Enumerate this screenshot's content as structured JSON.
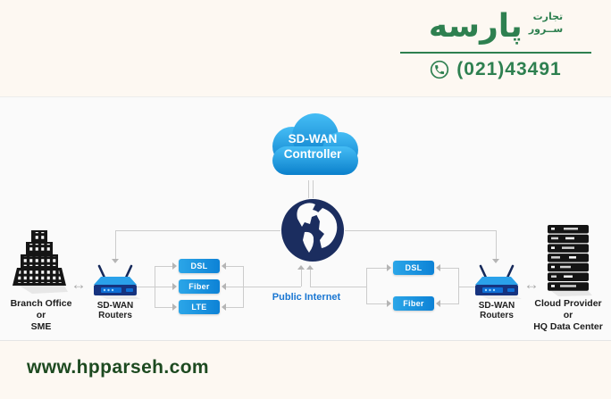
{
  "header": {
    "brand_name": "پارسه",
    "tagline_line1": "تجارت",
    "tagline_line2": "ســرور",
    "phone": "(021)43491"
  },
  "diagram": {
    "cloud": {
      "line1": "SD-WAN",
      "line2": "Controller"
    },
    "internet_label": "Public Internet",
    "left_links": [
      "DSL",
      "Fiber",
      "LTE"
    ],
    "right_links": [
      "DSL",
      "Fiber"
    ],
    "left_router": {
      "line1": "SD-WAN",
      "line2": "Routers"
    },
    "right_router": {
      "line1": "SD-WAN",
      "line2": "Routers"
    },
    "left_site": {
      "line1": "Branch Office",
      "line2": "or",
      "line3": "SME"
    },
    "right_site": {
      "line1": "Cloud Provider",
      "line2": "or",
      "line3": "HQ Data Center"
    }
  },
  "icons": {
    "bidirectional_arrow": "↔",
    "phone": "phone-in-circle",
    "cloud": "cloud",
    "globe": "globe",
    "router": "wireless-router",
    "building": "office-building",
    "server": "server-rack"
  },
  "colors": {
    "brand_green": "#2e8050",
    "website_green": "#1d4a20",
    "cloud_blue_top": "#45bdf5",
    "cloud_blue_bottom": "#0a7fcb",
    "globe_navy": "#1b2d5f",
    "link_blue": "#1492dd",
    "internet_blue": "#1976d2",
    "line_gray": "#cccccc"
  },
  "footer": {
    "website": "www.hpparseh.com"
  }
}
